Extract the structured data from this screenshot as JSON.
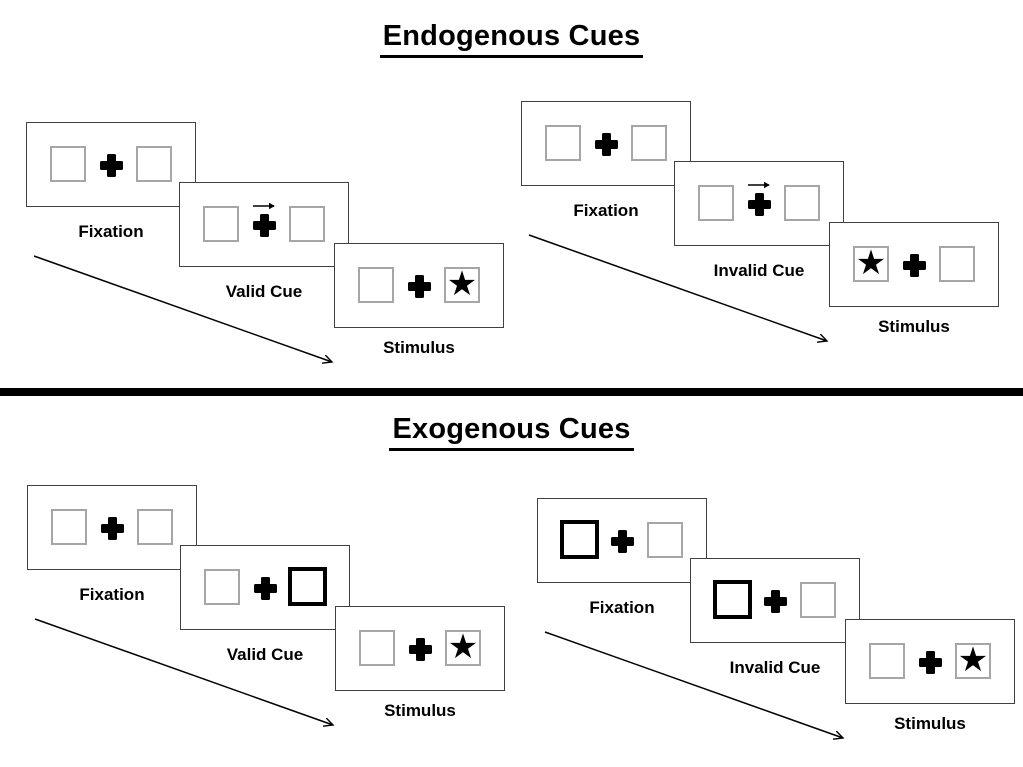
{
  "page": {
    "endogenous_title": "Endogenous Cues",
    "exogenous_title": "Exogenous Cues"
  },
  "glyphs": {
    "star": "★"
  },
  "colors": {
    "ink": "#000000",
    "panel_border": "#404040",
    "box_border": "#a6a6a6",
    "background": "#ffffff"
  },
  "sequences": [
    {
      "id": "endogenous-valid",
      "section": "Endogenous Cues",
      "panels": [
        {
          "label": "Fixation",
          "type": "fixation",
          "left_box": "empty",
          "center": "plus",
          "right_box": "empty"
        },
        {
          "label": "Valid Cue",
          "type": "cue",
          "left_box": "empty",
          "center": "plus-right-arrow",
          "right_box": "empty"
        },
        {
          "label": "Stimulus",
          "type": "stimulus",
          "left_box": "empty",
          "center": "plus",
          "right_box": "star"
        }
      ]
    },
    {
      "id": "endogenous-invalid",
      "section": "Endogenous Cues",
      "panels": [
        {
          "label": "Fixation",
          "type": "fixation",
          "left_box": "empty",
          "center": "plus",
          "right_box": "empty"
        },
        {
          "label": "Invalid Cue",
          "type": "cue",
          "left_box": "empty",
          "center": "plus-right-arrow",
          "right_box": "empty"
        },
        {
          "label": "Stimulus",
          "type": "stimulus",
          "left_box": "star",
          "center": "plus",
          "right_box": "empty"
        }
      ]
    },
    {
      "id": "exogenous-valid",
      "section": "Exogenous Cues",
      "panels": [
        {
          "label": "Fixation",
          "type": "fixation",
          "left_box": "empty",
          "center": "plus",
          "right_box": "empty"
        },
        {
          "label": "Valid Cue",
          "type": "cue",
          "left_box": "empty",
          "center": "plus",
          "right_box": "thick-outline"
        },
        {
          "label": "Stimulus",
          "type": "stimulus",
          "left_box": "empty",
          "center": "plus",
          "right_box": "star"
        }
      ]
    },
    {
      "id": "exogenous-invalid",
      "section": "Exogenous Cues",
      "panels": [
        {
          "label": "Fixation",
          "type": "fixation",
          "left_box": "thick-outline-none",
          "center": "plus",
          "right_box": "empty"
        },
        {
          "label": "Invalid Cue",
          "type": "cue",
          "left_box": "thick-outline",
          "center": "plus",
          "right_box": "empty"
        },
        {
          "label": "Stimulus",
          "type": "stimulus",
          "left_box": "empty",
          "center": "plus",
          "right_box": "star"
        }
      ]
    }
  ]
}
